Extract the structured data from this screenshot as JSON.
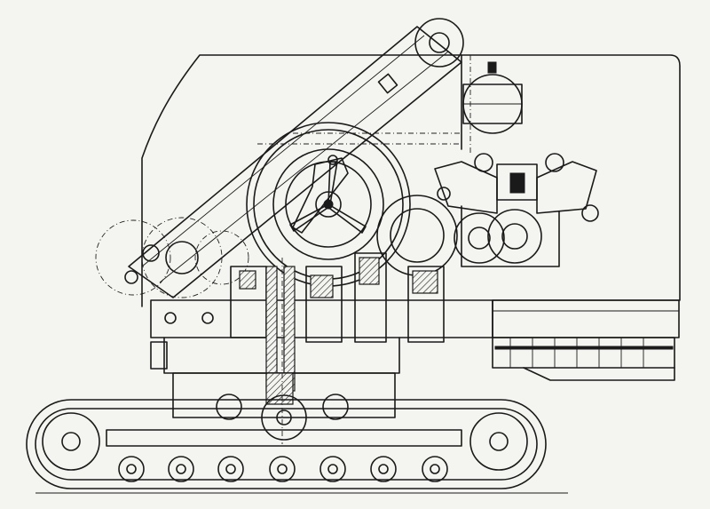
{
  "drawing": {
    "style": "technical-line-drawing",
    "colors": {
      "ink": "#1a1a1a",
      "paper": "#f4f4f0"
    },
    "road_wheels": 7,
    "flywheel_spokes": 3
  }
}
